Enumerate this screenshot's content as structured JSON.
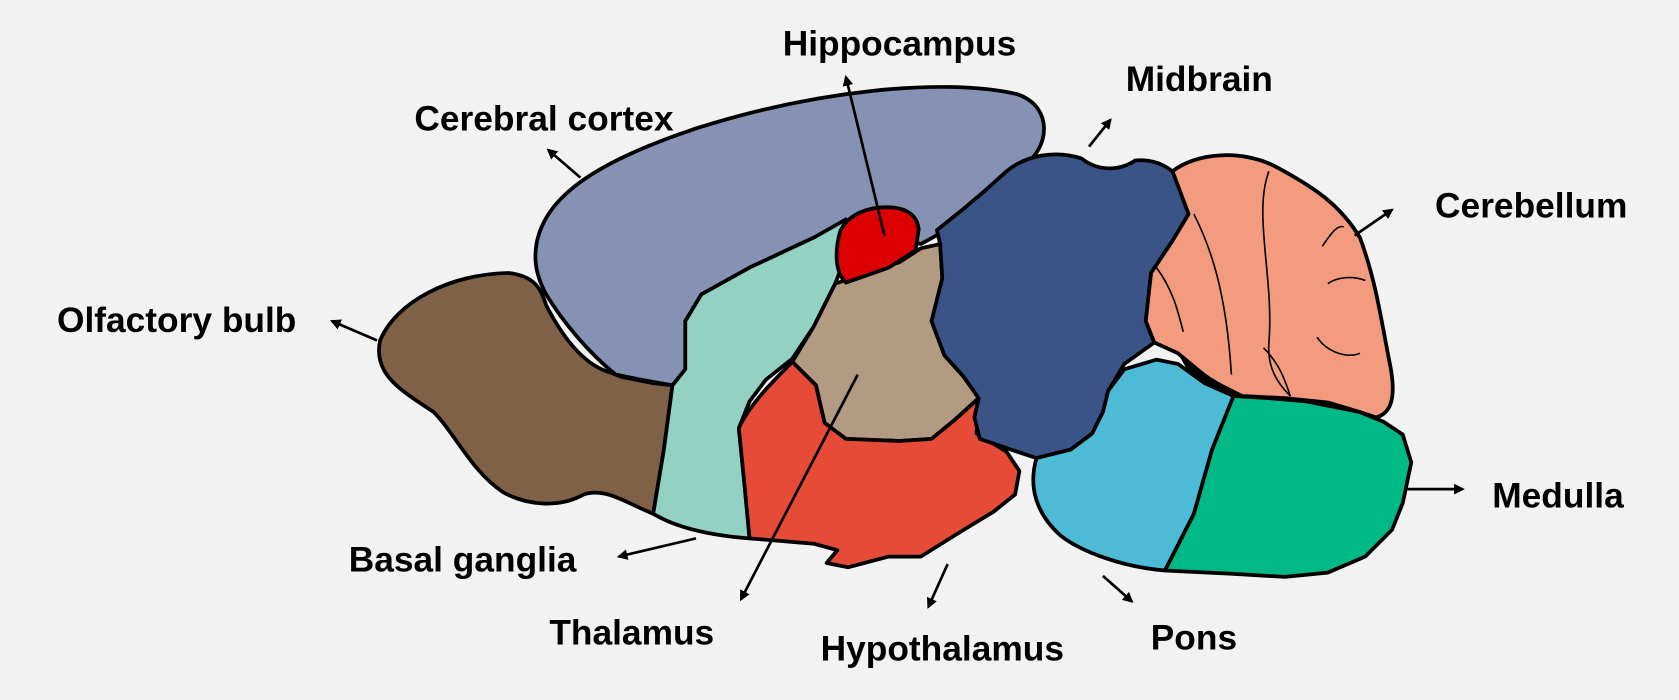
{
  "diagram": {
    "labels": {
      "hippocampus": "Hippocampus",
      "midbrain": "Midbrain",
      "cerebral_cortex": "Cerebral cortex",
      "cerebellum": "Cerebellum",
      "olfactory_bulb": "Olfactory bulb",
      "medulla": "Medulla",
      "basal_ganglia": "Basal ganglia",
      "thalamus": "Thalamus",
      "hypothalamus": "Hypothalamus",
      "pons": "Pons"
    },
    "colors": {
      "cerebral_cortex": "#8592B4",
      "olfactory_bulb": "#7F6148",
      "basal_ganglia": "#93D2C3",
      "thalamus": "#B39A82",
      "hypothalamus": "#E54B36",
      "hippocampus": "#DD0000",
      "midbrain": "#3B5487",
      "cerebellum": "#F29B7E",
      "pons": "#4DBAD6",
      "medulla": "#00B987",
      "background": "#F2F2F2"
    }
  }
}
